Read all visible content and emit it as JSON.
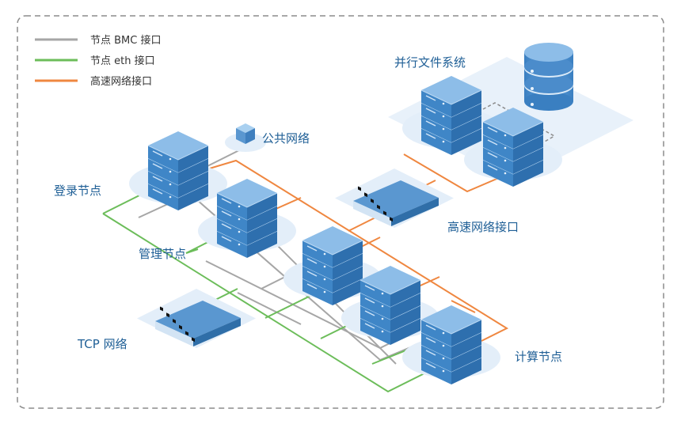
{
  "legend": {
    "items": [
      {
        "label": "节点 BMC 接口",
        "color": "#a6a6a6"
      },
      {
        "label": "节点 eth 接口",
        "color": "#6cbd5a"
      },
      {
        "label": "高速网络接口",
        "color": "#ef8740"
      }
    ]
  },
  "labels": {
    "parallel_fs": "并行文件系统",
    "public_network": "公共网络",
    "login_node": "登录节点",
    "mgmt_node": "管理节点",
    "hs_interface": "高速网络接口",
    "tcp_network": "TCP 网络",
    "compute_node": "计算节点"
  },
  "colors": {
    "border": "#8c8c8c",
    "platform": "#e3eef9",
    "server_top": "#8dbde8",
    "server_left": "#3f86c7",
    "server_right": "#2e6fae",
    "switch_top": "#5a97d0",
    "label": "#1f5f96"
  }
}
